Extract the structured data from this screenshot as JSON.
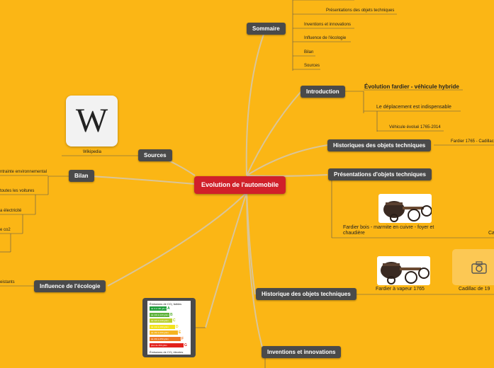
{
  "root": {
    "label": "Evolution de l'automobile"
  },
  "sommaire": {
    "label": "Sommaire",
    "items": [
      "Présentations des objets techniques",
      "Inventions et innovations",
      "Influence de l'écologie",
      "Bilan",
      "Sources"
    ]
  },
  "introduction": {
    "label": "Introduction",
    "title": "Évolution fardier - véhicule hybride",
    "sub": "Le déplacement est indispensable",
    "subsub": "Véhicule évolué 1765-2014"
  },
  "historiques": {
    "label": "Historiques des objets techniques",
    "leaf": "Fardier 1765 - Cadillac"
  },
  "presentations": {
    "label": "Présentations d'objets techniques",
    "caption": "Fardier bois - marmite en cuivre - foyer et chaudière",
    "cut": "Ca"
  },
  "historique2": {
    "label": "Historique des objets techniques",
    "caption1": "Fardier à vapeur 1765",
    "caption2": "Cadillac de 19"
  },
  "inventions": {
    "label": "Inventions et innovations"
  },
  "sources": {
    "label": "Sources",
    "wiki_caption": "Wikipedia",
    "wiki_glyph": "W"
  },
  "bilan": {
    "label": "Bilan",
    "items": [
      "ntrainte environnemental",
      "toutes les voitures",
      "a électricité",
      "e co2"
    ]
  },
  "ecologie": {
    "label": "Influence de l'écologie",
    "leaf": "eistants"
  },
  "energy_label": {
    "top": "Émissions de CO₂ faibles",
    "bottom": "Émissions de CO₂ élevées",
    "rows": [
      {
        "range": "de 0 à 100 g/km",
        "letter": "A",
        "color": "#1E9E3A"
      },
      {
        "range": "de 101 à 120 g/km",
        "letter": "B",
        "color": "#5DB33A"
      },
      {
        "range": "de 121 à 140 g/km",
        "letter": "C",
        "color": "#B7CF2E"
      },
      {
        "range": "de 141 à 160 g/km",
        "letter": "D",
        "color": "#F3E21B"
      },
      {
        "range": "de 161 à 200 g/km",
        "letter": "E",
        "color": "#F5B421"
      },
      {
        "range": "de 201 à 250 g/km",
        "letter": "F",
        "color": "#EE7623"
      },
      {
        "range": "plus de 250 g/km",
        "letter": "G",
        "color": "#E2211C"
      }
    ]
  },
  "colors": {
    "background": "#FBB615",
    "node": "#4A4A4A",
    "root": "#D0202A",
    "line": "#D9C28A"
  }
}
